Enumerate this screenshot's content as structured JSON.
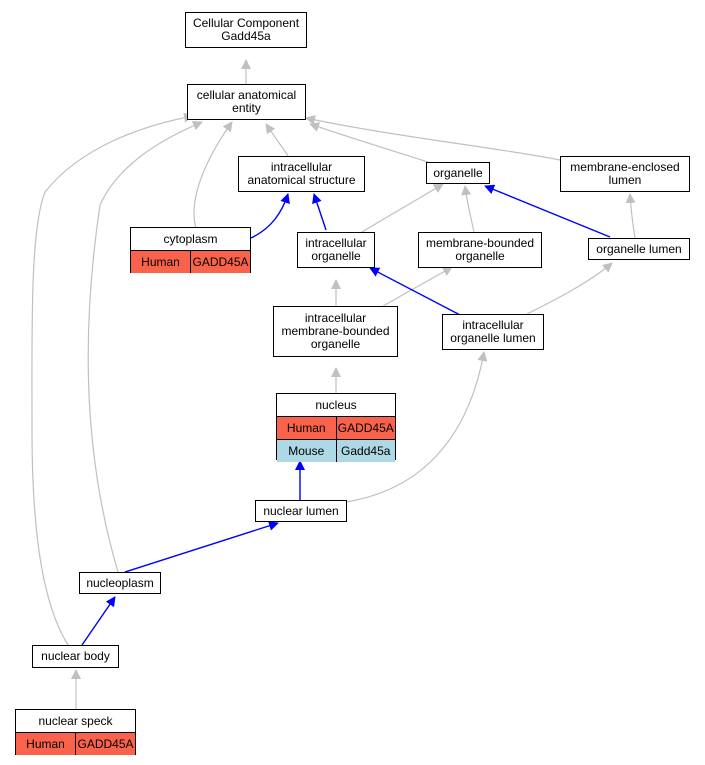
{
  "colors": {
    "is_a_edge": "#c0c0c0",
    "part_of_edge": "#0000ff",
    "human_row": "#fa634b",
    "mouse_row": "#add8e6"
  },
  "nodes": {
    "cellular_component": {
      "line1": "Cellular Component",
      "line2": "Gadd45a"
    },
    "cellular_anatomical_entity": {
      "line1": "cellular anatomical",
      "line2": "entity"
    },
    "intracellular_anatomical_structure": {
      "line1": "intracellular",
      "line2": "anatomical structure"
    },
    "organelle": {
      "line1": "organelle"
    },
    "membrane_enclosed_lumen": {
      "line1": "membrane-enclosed",
      "line2": "lumen"
    },
    "cytoplasm": {
      "title": "cytoplasm",
      "rows": [
        {
          "species": "Human",
          "gene": "GADD45A"
        }
      ]
    },
    "intracellular_organelle": {
      "line1": "intracellular",
      "line2": "organelle"
    },
    "membrane_bounded_organelle": {
      "line1": "membrane-bounded",
      "line2": "organelle"
    },
    "organelle_lumen": {
      "line1": "organelle lumen"
    },
    "intracellular_membrane_bounded_organelle": {
      "line1": "intracellular",
      "line2": "membrane-bounded",
      "line3": "organelle"
    },
    "intracellular_organelle_lumen": {
      "line1": "intracellular",
      "line2": "organelle lumen"
    },
    "nucleus": {
      "title": "nucleus",
      "rows": [
        {
          "species": "Human",
          "gene": "GADD45A"
        },
        {
          "species": "Mouse",
          "gene": "Gadd45a"
        }
      ]
    },
    "nuclear_lumen": {
      "line1": "nuclear lumen"
    },
    "nucleoplasm": {
      "line1": "nucleoplasm"
    },
    "nuclear_body": {
      "line1": "nuclear body"
    },
    "nuclear_speck": {
      "title": "nuclear speck",
      "rows": [
        {
          "species": "Human",
          "gene": "GADD45A"
        }
      ]
    }
  }
}
